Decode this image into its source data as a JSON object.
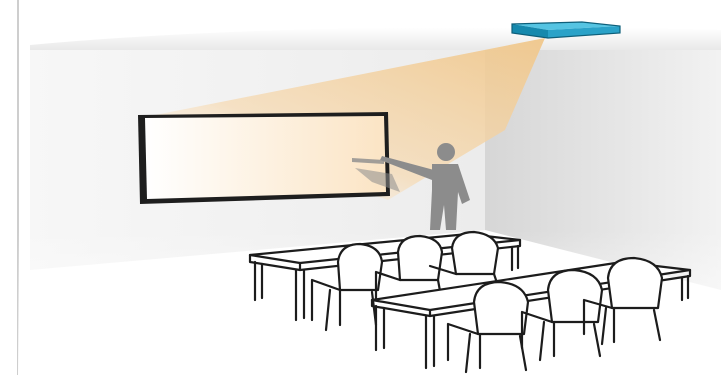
{
  "scene": {
    "description_type": "illustration",
    "colors": {
      "projector_top": "#3bb4d6",
      "projector_side": "#137c9e",
      "beam_warm": "#f3c88a",
      "screen_glow": "#fff1d9",
      "wall_shade": "#e6e6e6",
      "presenter_shadow": "#8f8f8f"
    },
    "icons": [
      "projector-icon",
      "presenter-silhouette",
      "screen",
      "table",
      "chair"
    ]
  }
}
